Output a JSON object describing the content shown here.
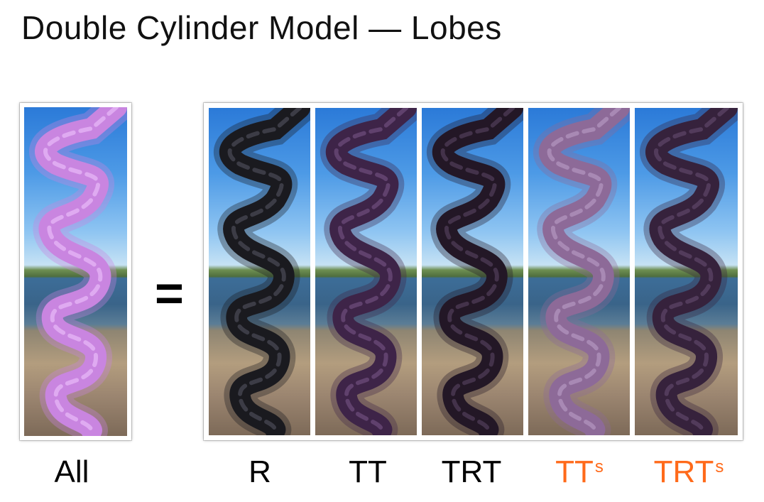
{
  "title": "Double Cylinder Model — Lobes",
  "equals_sign": "=",
  "accent_color": "#ff6a1a",
  "panels": [
    {
      "label": "All",
      "superscript": "",
      "hair_color": "#c985e0",
      "highlight": "#f0c8ff",
      "accent": false
    },
    {
      "label": "R",
      "superscript": "",
      "hair_color": "#1a1a1f",
      "highlight": "#5a5a66",
      "accent": false
    },
    {
      "label": "TT",
      "superscript": "",
      "hair_color": "#3e2448",
      "highlight": "#7b5a8c",
      "accent": false
    },
    {
      "label": "TRT",
      "superscript": "",
      "hair_color": "#231726",
      "highlight": "#5e4868",
      "accent": false
    },
    {
      "label": "TT",
      "superscript": "s",
      "hair_color": "#8d6a98",
      "highlight": "#c0a3cc",
      "accent": true
    },
    {
      "label": "TRT",
      "superscript": "s",
      "hair_color": "#36223c",
      "highlight": "#6a5174",
      "accent": true
    }
  ]
}
